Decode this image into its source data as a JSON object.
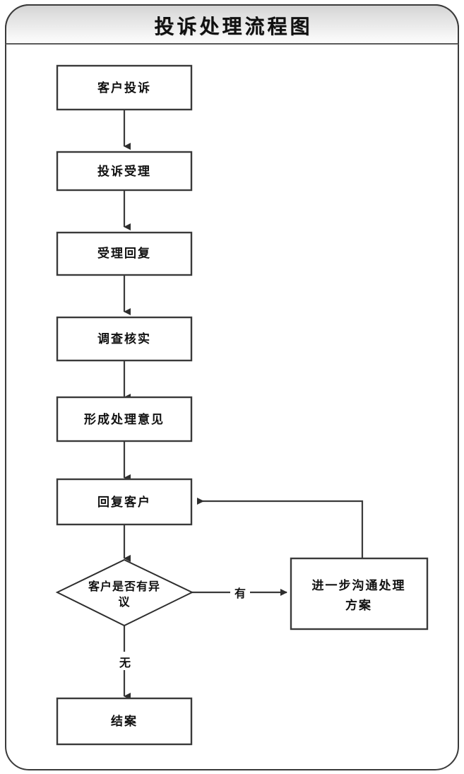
{
  "diagram": {
    "title": "投诉处理流程图",
    "type": "flowchart",
    "nodes": [
      {
        "id": "n1",
        "shape": "rect",
        "label": "客户投诉"
      },
      {
        "id": "n2",
        "shape": "rect",
        "label": "投诉受理"
      },
      {
        "id": "n3",
        "shape": "rect",
        "label": "受理回复"
      },
      {
        "id": "n4",
        "shape": "rect",
        "label": "调查核实"
      },
      {
        "id": "n5",
        "shape": "rect",
        "label": "形成处理意见"
      },
      {
        "id": "n6",
        "shape": "rect",
        "label": "回复客户"
      },
      {
        "id": "d1",
        "shape": "diamond",
        "label_line1": "客户是否有异",
        "label_line2": "议"
      },
      {
        "id": "n7",
        "shape": "rect",
        "label_line1": "进一步沟通处理",
        "label_line2": "方案"
      },
      {
        "id": "n8",
        "shape": "rect",
        "label": "结案"
      }
    ],
    "edge_labels": {
      "yes": "有",
      "no": "无"
    },
    "colors": {
      "node_stroke": "#3a3a3a",
      "node_fill": "#ffffff",
      "edge": "#3a3a3a",
      "title_bar_top": "#d4d4d4",
      "title_bar_bottom": "#fcfcfc",
      "text": "#111111"
    }
  }
}
